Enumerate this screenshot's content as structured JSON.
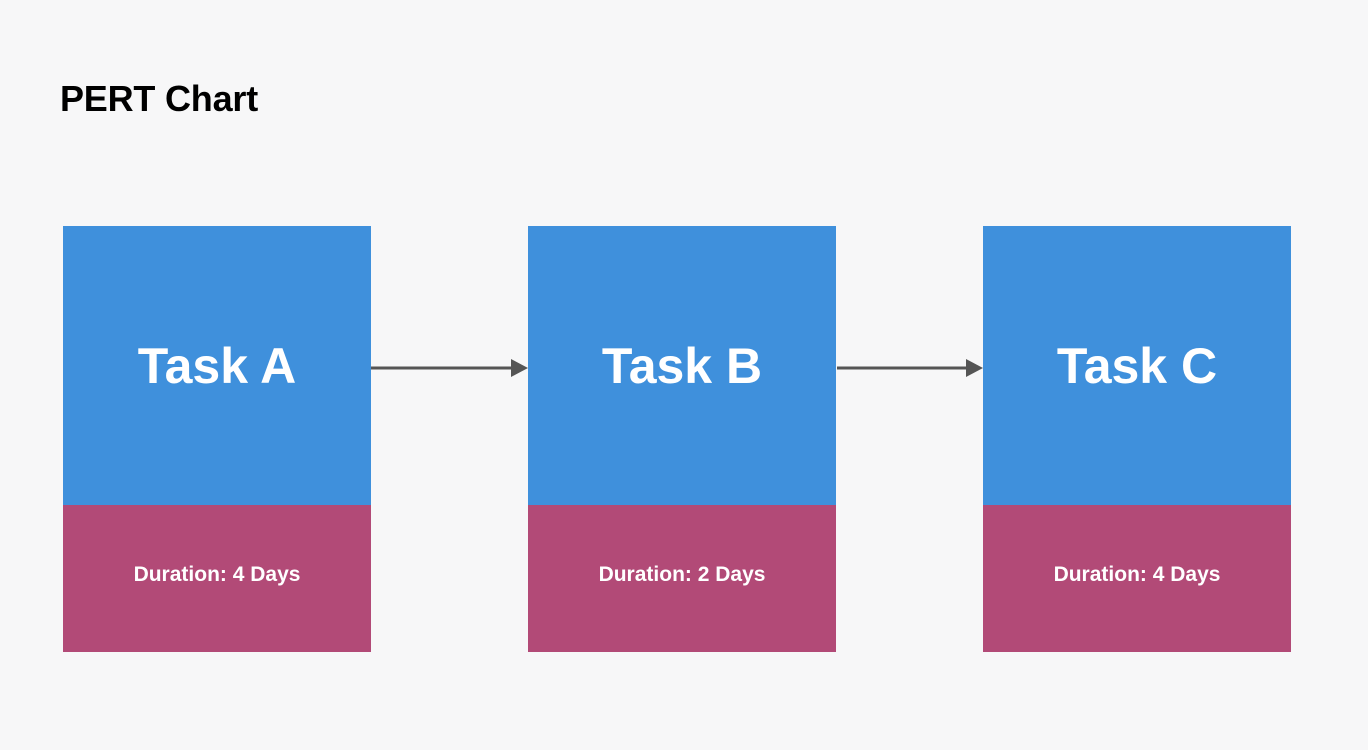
{
  "diagram": {
    "title": "PERT Chart",
    "type": "pert-chart",
    "background_color": "#f7f7f8",
    "node_header_color": "#3f90dc",
    "node_body_color": "#b24a77",
    "node_text_color": "#ffffff",
    "arrow_color": "#555555",
    "title_color": "#000000",
    "nodes": [
      {
        "id": "task-a",
        "name": "Task A",
        "duration_label": "Duration: 4 Days",
        "duration_days": 4
      },
      {
        "id": "task-b",
        "name": "Task B",
        "duration_label": "Duration: 2 Days",
        "duration_days": 2
      },
      {
        "id": "task-c",
        "name": "Task C",
        "duration_label": "Duration: 4 Days",
        "duration_days": 4
      }
    ],
    "edges": [
      {
        "from": "Task A",
        "to": "Task B",
        "icon": "arrow-right-icon"
      },
      {
        "from": "Task B",
        "to": "Task C",
        "icon": "arrow-right-icon"
      }
    ]
  }
}
